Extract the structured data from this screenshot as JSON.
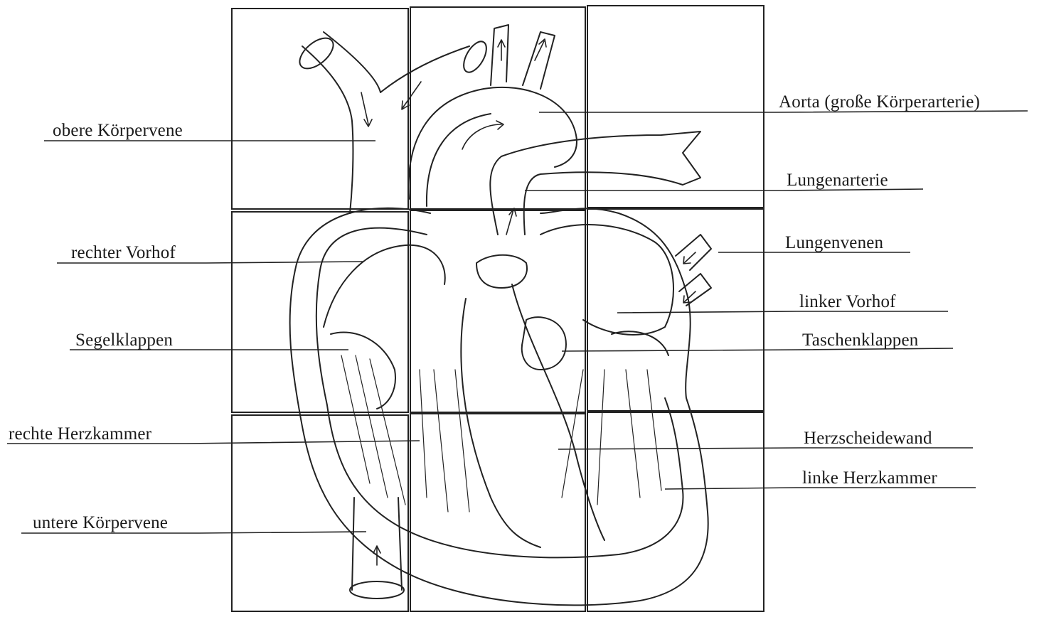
{
  "diagram": {
    "labels_left": [
      {
        "id": "obere-koerpervene",
        "text": "obere Körpervene"
      },
      {
        "id": "rechter-vorhof",
        "text": "rechter Vorhof"
      },
      {
        "id": "segelklappen",
        "text": "Segelklappen"
      },
      {
        "id": "rechte-herzkammer",
        "text": "rechte Herzkammer"
      },
      {
        "id": "untere-koerpervene",
        "text": "untere Körpervene"
      }
    ],
    "labels_right": [
      {
        "id": "aorta",
        "text": "Aorta (große Körperarterie)"
      },
      {
        "id": "lungenarterie",
        "text": "Lungenarterie"
      },
      {
        "id": "lungenvenen",
        "text": "Lungenvenen"
      },
      {
        "id": "linker-vorhof",
        "text": "linker Vorhof"
      },
      {
        "id": "taschenklappen",
        "text": "Taschenklappen"
      },
      {
        "id": "herzscheidewand",
        "text": "Herzscheidewand"
      },
      {
        "id": "linke-herzkammer",
        "text": "linke Herzkammer"
      }
    ],
    "line_color": "#1a1a1a",
    "grid": {
      "rows": 3,
      "cols": 3
    }
  }
}
